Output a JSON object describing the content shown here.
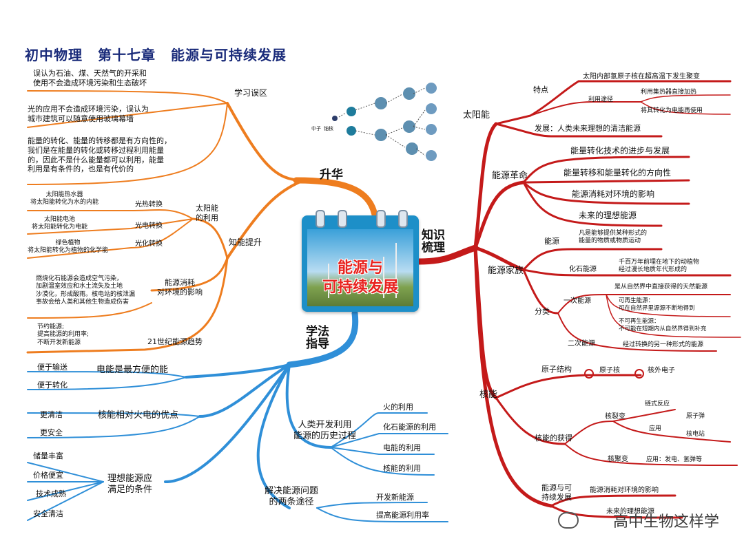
{
  "title": {
    "part1": "初中物理",
    "part2": "第十七章",
    "part3": "能源与可持续发展"
  },
  "center": {
    "line1": "能源与",
    "line2": "可持续发展"
  },
  "nucleus_diagram": {
    "label_neutron": "中子",
    "label_nucleus": "铀核"
  },
  "branches": {
    "shenghua": "升华",
    "zhishi": "知识\n梳理",
    "xuefa": "学法\n指导"
  },
  "shenghua": {
    "xuexi_wuqu": {
      "label": "学习误区",
      "items": [
        "误认为石油、煤、天然气的开采和\n使用不会造成环境污染和生态破坏",
        "光的应用不会造成环境污染，误认为\n城市建筑可以随意使用玻璃幕墙",
        "能量的转化、能量的转移都是有方向性的，\n我们是在能量的转化或转移过程利用能量\n的，因此不是什么能量都可以利用，能量\n利用是有条件的，也是有代价的"
      ]
    },
    "zhineng_tisheng": {
      "label": "知能提升",
      "taiyang_liyong": {
        "label": "太阳能\n的利用",
        "items": [
          {
            "label": "光热转换",
            "desc": "太阳能热水器\n将太阳能转化为水的内能"
          },
          {
            "label": "光电转换",
            "desc": "太阳能电池\n将太阳能转化为电能"
          },
          {
            "label": "光化转换",
            "desc": "绿色植物\n将太阳能转化为植物的化学能"
          }
        ]
      },
      "huanjing": {
        "label": "能源消耗\n对环境的影响",
        "desc": "燃烧化石能源会造成空气污染，\n加剧温室效应和水土流失及土地\n沙漠化，形成酸雨。核电站的核泄漏\n事故会给人类和其他生物造成伤害"
      },
      "qushi": {
        "label": "21世纪能源趋势",
        "desc": "节约能源;\n提高能源的利用率;\n不断开发新能源"
      }
    }
  },
  "zhishi": {
    "taiyangneng": {
      "label": "太阳能",
      "tedian": "特点",
      "tedian_item": "太阳内部氢原子核在超高温下发生聚变",
      "liyong": "利用途径",
      "liyong_items": [
        "利用集热器直接加热",
        "将其转化为电能再使用"
      ],
      "fazhan": "发展：人类未来理想的清洁能源"
    },
    "geming": {
      "label": "能源革命",
      "items": [
        "能量转化技术的进步与发展",
        "能量转移和能量转化的方向性",
        "能源消耗对环境的影响",
        "未来的理想能源"
      ]
    },
    "jiazu": {
      "label": "能源家族",
      "nengyuan": "能源",
      "nengyuan_def": "凡是能够提供某种形式的\n能量的物质或物质运动",
      "huashi": "化石能源",
      "huashi_def": "千百万年前埋在地下的动植物\n经过漫长地质年代形成的",
      "fenlei": "分类",
      "yici": "一次能源",
      "yici_def": "是从自然界中直接获得的天然能源",
      "kezaisheng": "可再生能源：\n可在自然界里源源不断地得到",
      "bukezaisheng": "不可再生能源：\n不可能在短期内从自然界得到补充",
      "erci": "二次能源",
      "erci_def": "经过转换的另一种形式的能源"
    },
    "heneng": {
      "label": "核能",
      "yuanzi": "原子结构",
      "yuanzihe": "原子核",
      "hewai": "核外电子",
      "huode": "核能的获得",
      "liebian": "核裂变",
      "lianshi": "链式反应",
      "yingyong": "应用",
      "yuanzidan": "原子弹",
      "hedianzhan": "核电站",
      "jubian": "核聚变",
      "jubian_yingyong": "应用：发电、氢弹等"
    },
    "kechixu": {
      "label": "能源与可\n持续发展",
      "item1": "能源消耗对环境的影响",
      "item2": "未来的理想能源"
    }
  },
  "xuefa": {
    "dianneng": {
      "label": "电能是最方便的能",
      "items": [
        "便于输送",
        "便于转化"
      ]
    },
    "youdian": {
      "label": "核能相对火电的优点",
      "items": [
        "更清洁",
        "更安全"
      ]
    },
    "lixiang": {
      "label": "理想能源应\n满足的条件",
      "items": [
        "储量丰富",
        "价格便宜",
        "技术成熟",
        "安全清洁"
      ]
    },
    "lishi": {
      "label": "人类开发利用\n能源的历史过程",
      "items": [
        "火的利用",
        "化石能源的利用",
        "电能的利用",
        "核能的利用"
      ]
    },
    "tujing": {
      "label": "解决能源问题\n的两条途径",
      "items": [
        "开发新能源",
        "提高能源利用率"
      ]
    }
  },
  "watermark": "高中生物这样学",
  "colors": {
    "orange": "#ee7d1f",
    "red": "#c41a1a",
    "blue": "#2f8fd8",
    "title": "#1a2b7a"
  }
}
